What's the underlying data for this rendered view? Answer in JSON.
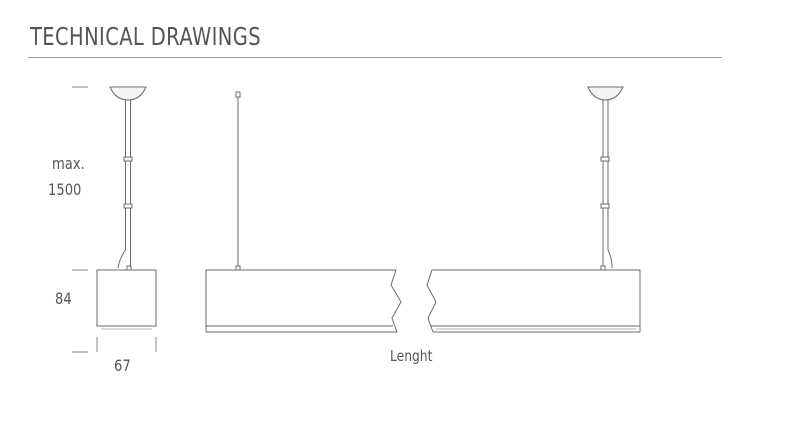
{
  "header": {
    "title": "TECHNICAL DRAWINGS"
  },
  "dimensions": {
    "max_label": "max.",
    "max_value": "1500",
    "height_value": "84",
    "width_value": "67",
    "length_label": "Lenght"
  }
}
